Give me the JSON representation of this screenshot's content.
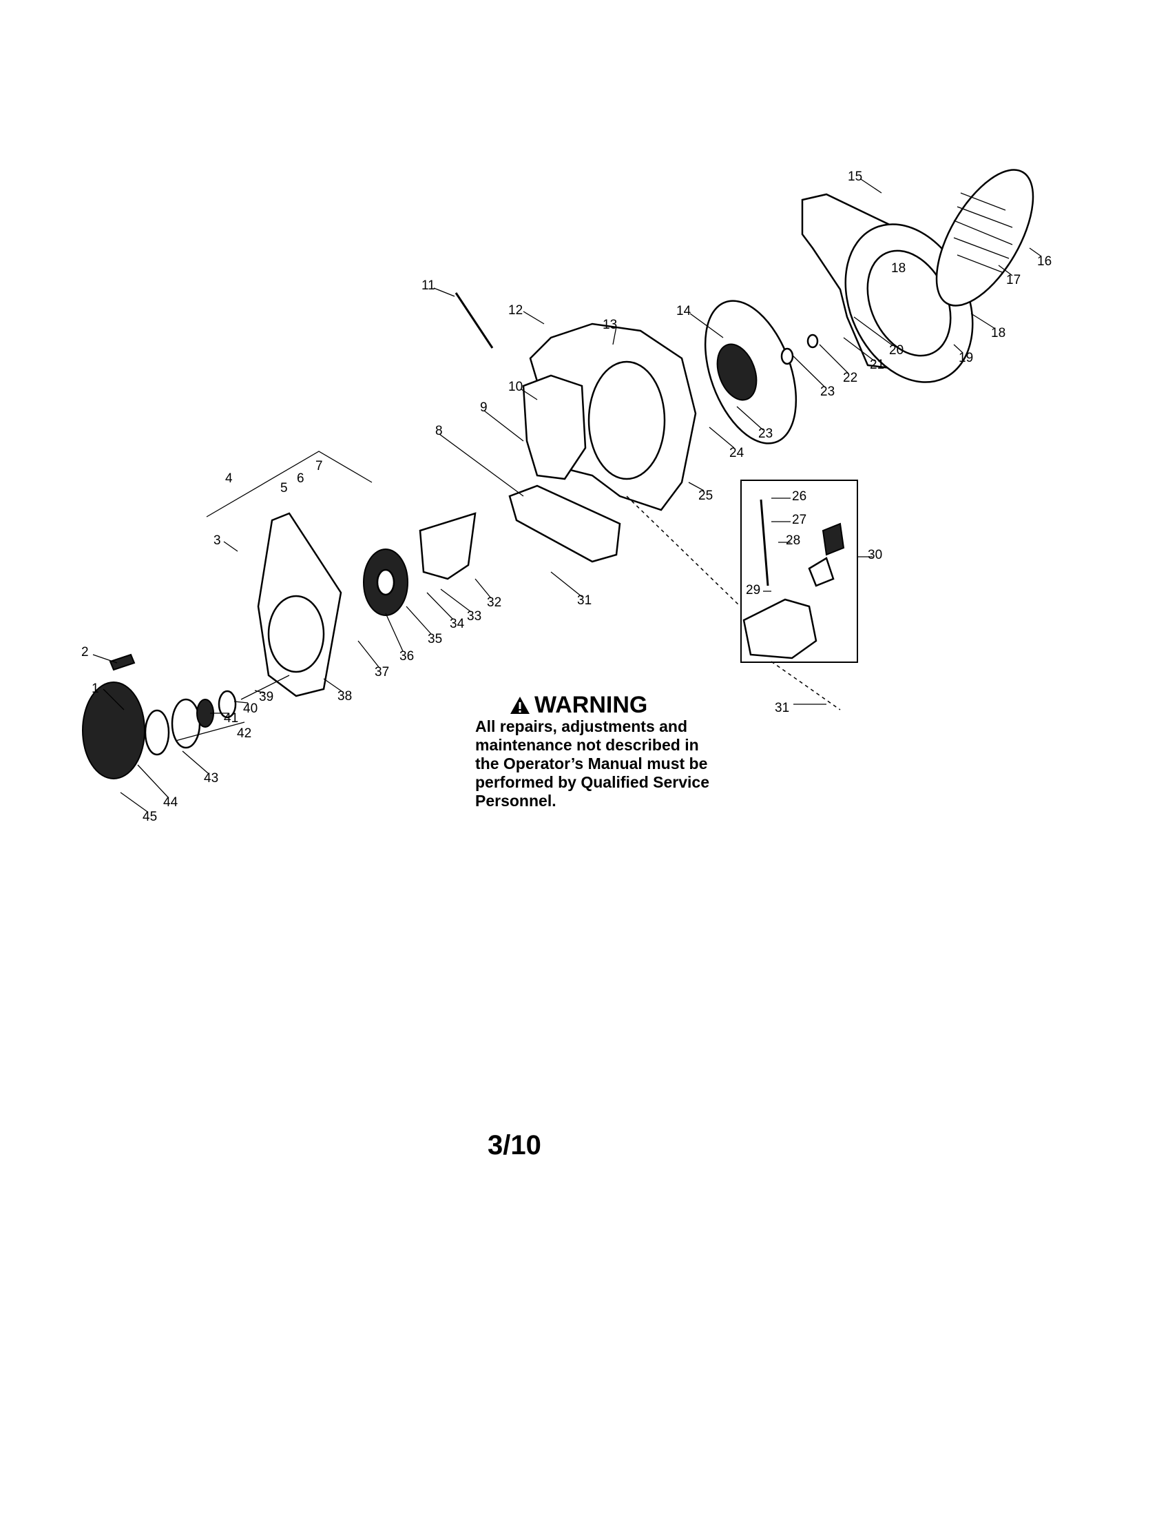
{
  "diagram": {
    "callouts": {
      "n1": "1",
      "n2": "2",
      "n3": "3",
      "n4": "4",
      "n5": "5",
      "n6": "6",
      "n7": "7",
      "n8": "8",
      "n9": "9",
      "n10": "10",
      "n11": "11",
      "n12": "12",
      "n13": "13",
      "n14": "14",
      "n15": "15",
      "n16": "16",
      "n17": "17",
      "n18": "18",
      "n19": "19",
      "n20": "20",
      "n21": "21",
      "n22": "22",
      "n23": "23",
      "n24": "24",
      "n25": "25",
      "n26": "26",
      "n27": "27",
      "n28": "28",
      "n29": "29",
      "n30": "30",
      "n31": "31",
      "n32": "32",
      "n33": "33",
      "n34": "34",
      "n35": "35",
      "n36": "36",
      "n37": "37",
      "n38": "38",
      "n39": "39",
      "n40": "40",
      "n41": "41",
      "n42": "42",
      "n43": "43",
      "n44": "44",
      "n45": "45"
    }
  },
  "warning": {
    "icon": "warning-triangle-icon",
    "title": "WARNING",
    "lines": [
      "All repairs, adjustments and",
      "maintenance not described in",
      "the Operator’s Manual must be",
      "performed by Qualified Service",
      "Personnel."
    ]
  },
  "page_number": "3/10"
}
